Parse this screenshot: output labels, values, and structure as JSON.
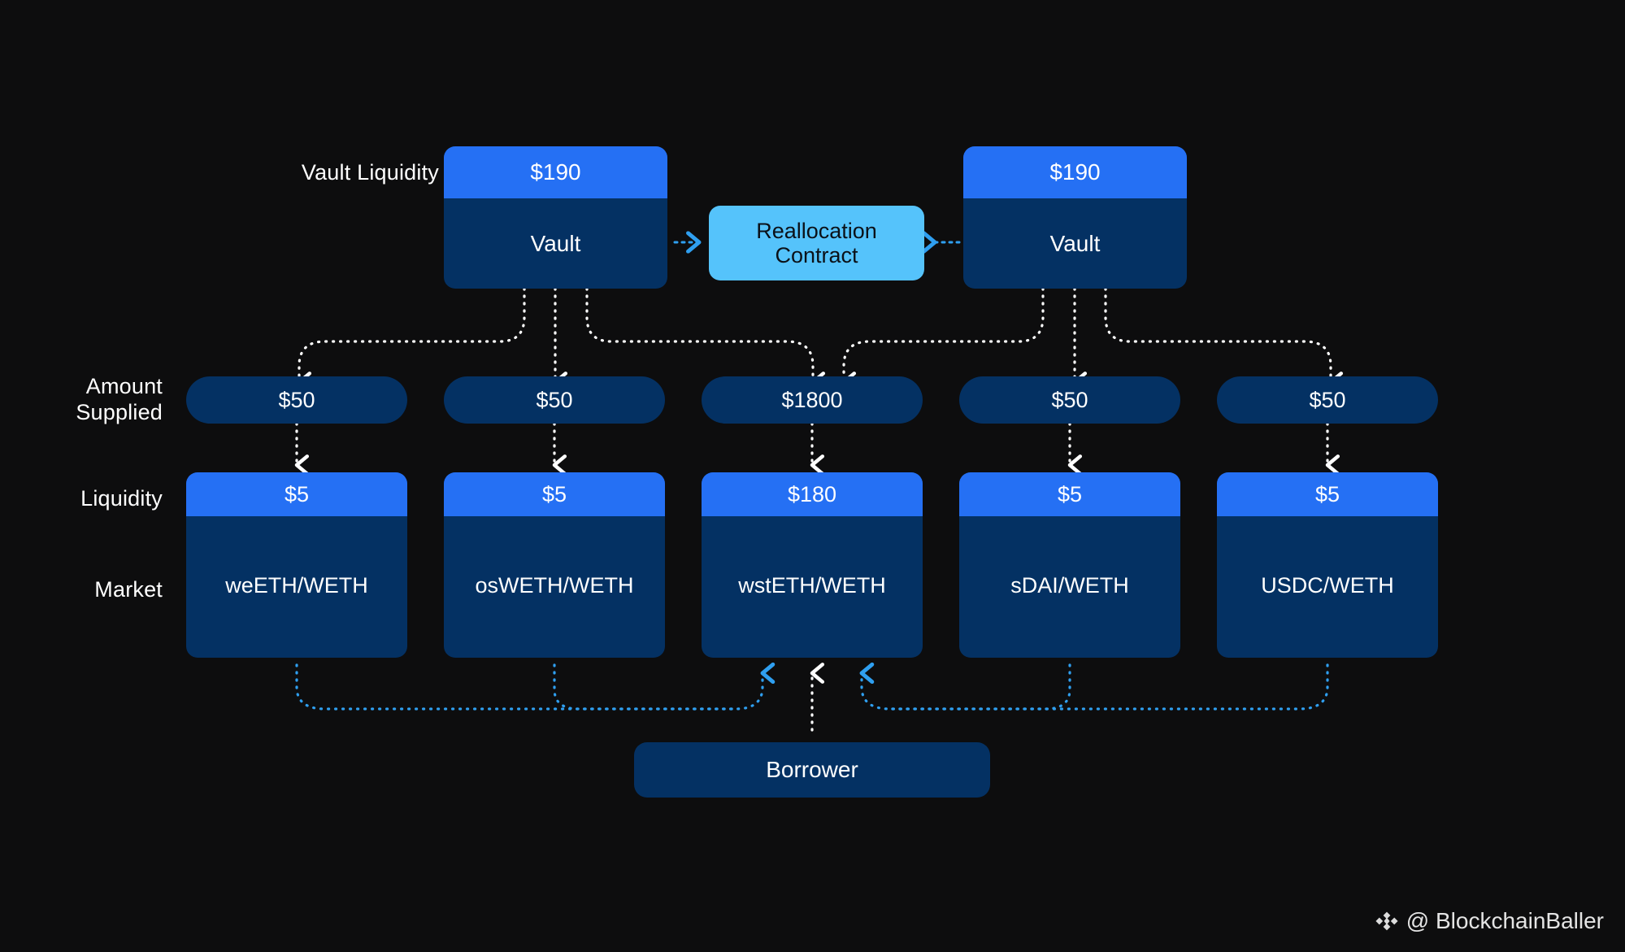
{
  "theme": {
    "background": "#0d0d0e",
    "accent_bright_blue": "#2570F4",
    "navy": "#043163",
    "light_blue": "#55C3FB",
    "text": "#ffffff"
  },
  "row_labels": {
    "vault_liquidity": "Vault Liquidity",
    "amount_supplied": "Amount\nSupplied",
    "liquidity": "Liquidity",
    "market": "Market"
  },
  "vaults": [
    {
      "name": "vault-left",
      "liquidity": "$190",
      "label": "Vault"
    },
    {
      "name": "vault-right",
      "liquidity": "$190",
      "label": "Vault"
    }
  ],
  "reallocation_contract": {
    "label": "Reallocation\nContract"
  },
  "amounts_supplied": [
    "$50",
    "$50",
    "$1800",
    "$50",
    "$50"
  ],
  "markets": [
    {
      "liquidity": "$5",
      "name": "weETH/WETH"
    },
    {
      "liquidity": "$5",
      "name": "osWETH/WETH"
    },
    {
      "liquidity": "$180",
      "name": "wstETH/WETH"
    },
    {
      "liquidity": "$5",
      "name": "sDAI/WETH"
    },
    {
      "liquidity": "$5",
      "name": "USDC/WETH"
    }
  ],
  "borrower": {
    "label": "Borrower"
  },
  "watermark": {
    "handle": "@ BlockchainBaller",
    "icon": "diamond-cluster-icon"
  }
}
